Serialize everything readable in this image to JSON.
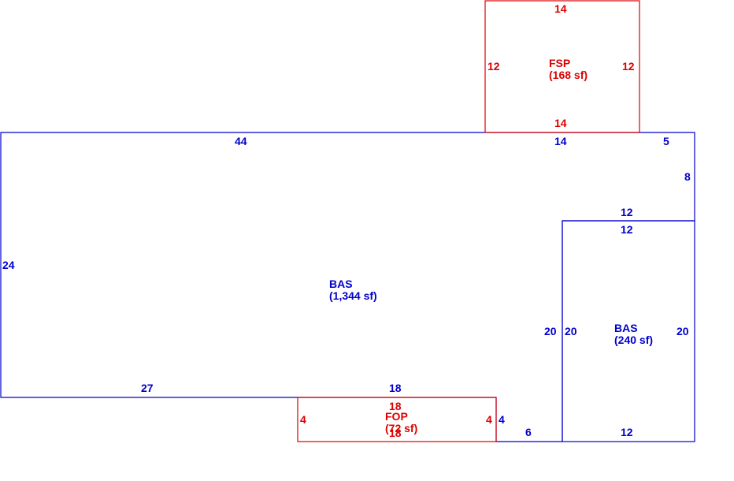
{
  "colors": {
    "blue": "#0000cc",
    "red": "#dd0000"
  },
  "areas": {
    "bas_main": {
      "code": "BAS",
      "area": "(1,344 sf)"
    },
    "bas_side": {
      "code": "BAS",
      "area": "(240 sf)"
    },
    "fsp": {
      "code": "FSP",
      "area": "(168 sf)"
    },
    "fop": {
      "code": "FOP",
      "area": "(72 sf)"
    }
  },
  "dimensions": {
    "fsp_top": "14",
    "fsp_left": "12",
    "fsp_right": "12",
    "fsp_bottom": "14",
    "bas_top_left": "44",
    "bas_top_mid": "14",
    "bas_top_right": "5",
    "bas_right_upper": "8",
    "bas_step_top": "12",
    "side_top": "12",
    "bas_left": "24",
    "bas_inner_right": "20",
    "side_left": "20",
    "side_right": "20",
    "bas_bottom_left": "27",
    "bas_bottom_mid": "18",
    "fop_top": "18",
    "fop_left": "4",
    "fop_right": "4",
    "fop_bottom": "18",
    "bas_notch": "4",
    "bas_bottom_short": "6",
    "side_bottom": "12"
  }
}
